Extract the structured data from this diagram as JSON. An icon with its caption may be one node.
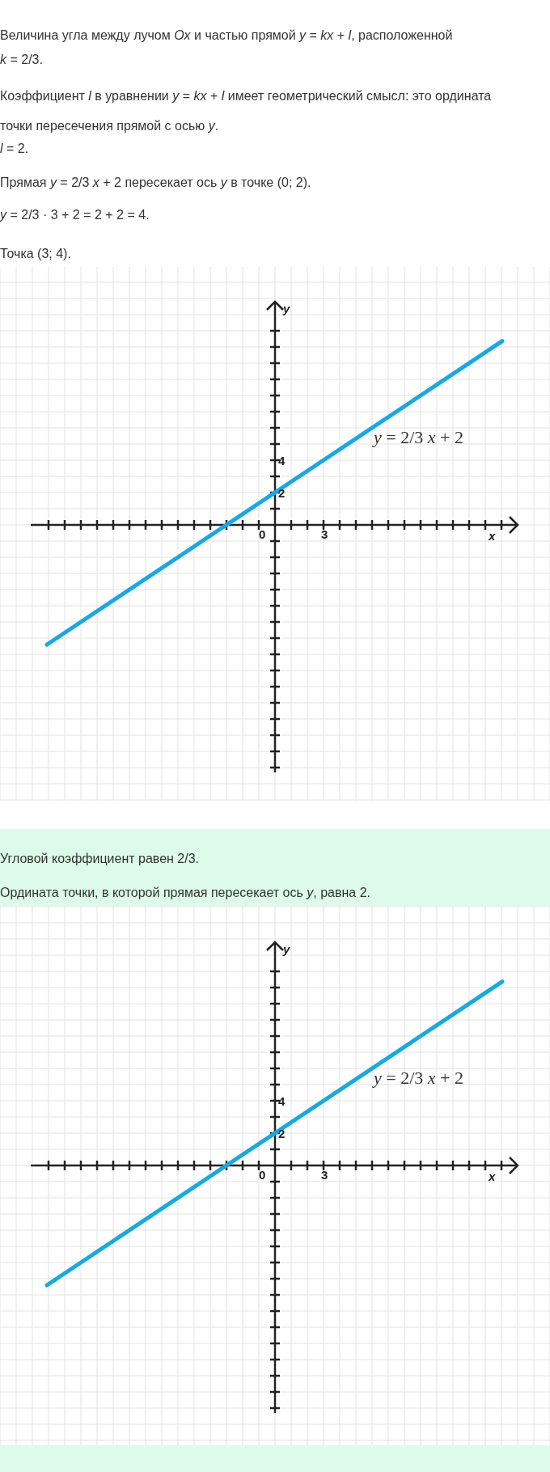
{
  "diagram": {
    "labels": [
      "Величина угла между лучом *Ox* и частью прямой *y* = *kx* + *l*, расположенной",
      "*k* = 2/3.",
      "Коэффициент *l* в уравнении *y* = *kx* + *l* имеет геометрический смысл: это ордината точки пересечения прямой с осью *y*.",
      "*l* = 2.",
      "Прямая *y* = 2/3 *x* + 2 пересекает ось *y* в точке (0; 2).",
      "*y* = 2/3 · 3 + 2 = 2 + 2 = 4.",
      "Точка (3; 4).",
      "y",
      "*y* = 2/3 *x* + 2",
      "4",
      "2",
      "0",
      "3",
      "x",
      "Угловой коэффициент равен 2/3.",
      "Ордината точки, в которой прямая пересекает ось *y*, равна 2.",
      "y",
      "*y* = 2/3 *x* + 2",
      "4",
      "2",
      "0",
      "3",
      "x"
    ]
  }
}
